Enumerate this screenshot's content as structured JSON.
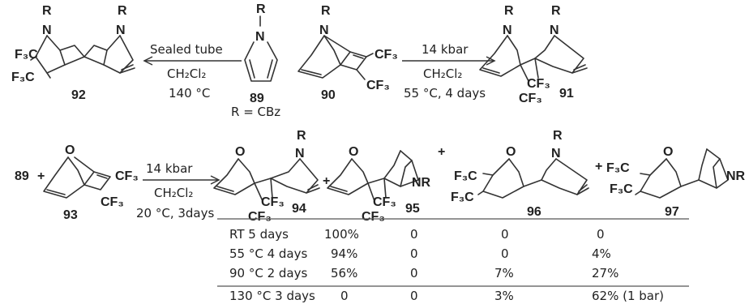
{
  "compounds": {
    "c92": "92",
    "c89": "89",
    "c90": "90",
    "c91": "91",
    "c93": "93",
    "c94": "94",
    "c95": "95",
    "c96": "96",
    "c97": "97"
  },
  "labels": {
    "r": "R",
    "n": "N",
    "o": "O",
    "f3c": "F₃C",
    "cf3": "CF₃",
    "nr": "NR",
    "plus": "+",
    "r_def": "R = CBz",
    "reactant_89": "89"
  },
  "conditions": {
    "left_arrow": {
      "line1": "Sealed tube",
      "line2": "CH₂Cl₂",
      "line3": "140 °C"
    },
    "right_arrow": {
      "line1": "14 kbar",
      "line2": "CH₂Cl₂",
      "line3": "55 °C, 4 days"
    },
    "bottom_arrow": {
      "line1": "14 kbar",
      "line2": "CH₂Cl₂",
      "line3": "20 °C, 3days"
    }
  },
  "table": {
    "rows": [
      {
        "cond": "RT 5 days",
        "c94": "100%",
        "c95": "0",
        "c96": "0",
        "c97": "0"
      },
      {
        "cond": "55 °C 4 days",
        "c94": "94%",
        "c95": "0",
        "c96": "0",
        "c97": "4%"
      },
      {
        "cond": "90 °C 2 days",
        "c94": "56%",
        "c95": "0",
        "c96": "7%",
        "c97": "27%"
      },
      {
        "cond": "130 °C 3 days",
        "c94": "0",
        "c95": "0",
        "c96": "3%",
        "c97": "62% (1 bar)"
      }
    ]
  }
}
